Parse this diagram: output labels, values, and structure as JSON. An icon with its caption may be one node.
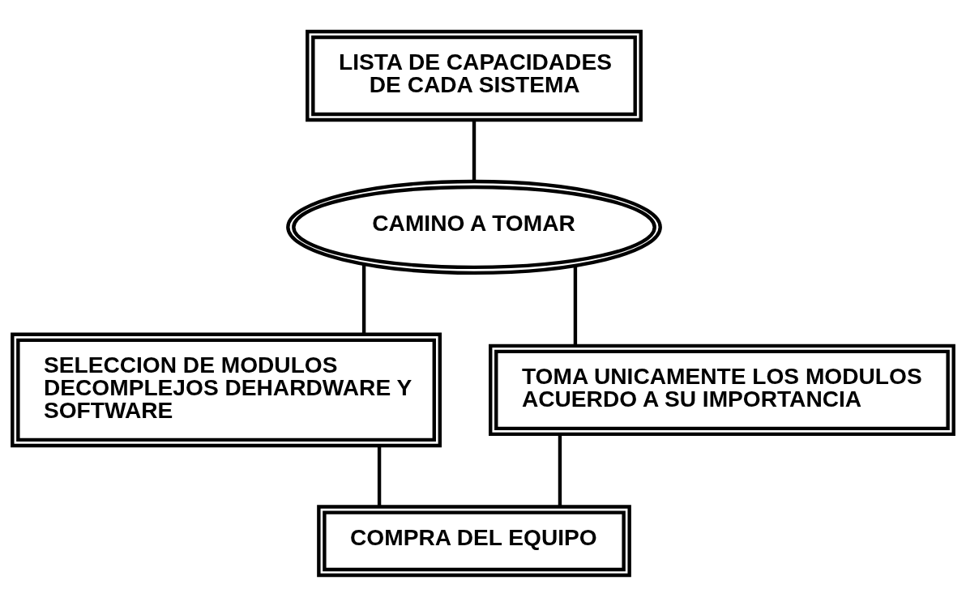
{
  "diagram": {
    "nodes": [
      {
        "text": [
          "LISTA DE CAPACIDADES DE CADA SISTEMA"
        ]
      },
      {
        "text": [
          "CAMINO A TOMAR"
        ]
      },
      {
        "text": [
          "SELECCION DE MODULOS DECOMPLEJOS DEHARDWARE Y SOFTWARE"
        ]
      },
      {
        "text": [
          "TOMA UNICAMENTE LOS MODULOS ACUERDO A SU IMPORTANCIA"
        ]
      },
      {
        "text": [
          "COMPRA DEL EQUIPO"
        ]
      }
    ],
    "edges": [
      {
        "from": 0,
        "to": 1,
        "arrow": "none"
      },
      {
        "from": 1,
        "to": 2,
        "arrow": "none"
      },
      {
        "from": 1,
        "to": 3,
        "arrow": "none"
      },
      {
        "from": 2,
        "to": 4,
        "arrow": "none"
      },
      {
        "from": 3,
        "to": 4,
        "arrow": "none"
      }
    ]
  }
}
